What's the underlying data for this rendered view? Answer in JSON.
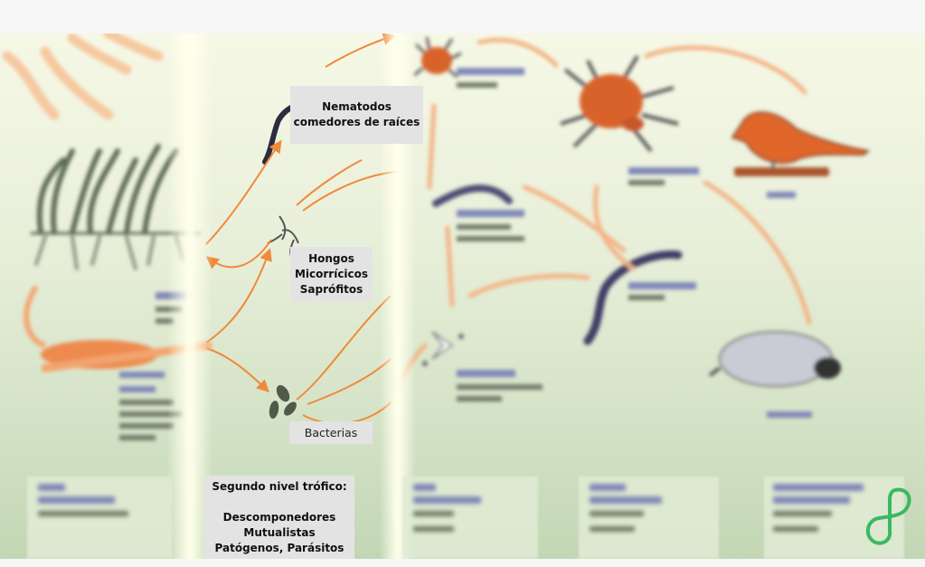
{
  "diagram": {
    "title": "Soil food web",
    "language": "es",
    "colors": {
      "arrow": "#f08a3c",
      "arrow_faded": "#f3b384",
      "nematode": "#3b3a55",
      "arthropod": "#d8642a",
      "bird": "#e0662a",
      "bacteria": "#505a48",
      "label_box": "#e3e3e3",
      "logo": "#3ab862"
    },
    "overlay_labels": {
      "nematodes_root_feeders": [
        "Nematodos",
        "comedores de raíces"
      ],
      "fungi": [
        "Hongos",
        "Micorrícicos",
        "Saprófitos"
      ],
      "bacteria": [
        "Bacterias"
      ],
      "second_trophic_level": {
        "heading": "Segundo nivel trófico:",
        "items": [
          "Descomponedores",
          "Mutualistas",
          "Patógenos, Parásitos"
        ]
      }
    },
    "organisms": [
      {
        "id": "sun-rays",
        "icon": "sun-rays-icon"
      },
      {
        "id": "plants",
        "icon": "plant-icon",
        "label_legible": false
      },
      {
        "id": "organic-matter",
        "icon": "organic-matter-icon",
        "label_legible": false
      },
      {
        "id": "root-feeding-nematode",
        "icon": "nematode-icon"
      },
      {
        "id": "fungi",
        "icon": "fungi-icon"
      },
      {
        "id": "bacteria",
        "icon": "bacteria-icon"
      },
      {
        "id": "arthropod-shredder",
        "icon": "small-arthropod-icon",
        "label_legible": false
      },
      {
        "id": "nematode-fungal-bacterial-feeder",
        "icon": "nematode-icon",
        "label_legible": false
      },
      {
        "id": "protozoa",
        "icon": "protozoa-icon",
        "label_legible": false
      },
      {
        "id": "arthropod-predator",
        "icon": "mite-icon",
        "label_legible": false
      },
      {
        "id": "nematode-predator",
        "icon": "nematode-icon",
        "label_legible": false
      },
      {
        "id": "bird",
        "icon": "bird-icon",
        "label_legible": false
      },
      {
        "id": "animal",
        "icon": "mole-icon",
        "label_legible": false
      }
    ],
    "trophic_level_boxes": [
      {
        "id": "first-level",
        "legible": false
      },
      {
        "id": "third-level",
        "legible": false
      },
      {
        "id": "fourth-level",
        "legible": false
      },
      {
        "id": "fifth-level",
        "legible": false
      }
    ],
    "logo": {
      "icon": "infinity-s-logo-icon"
    }
  }
}
